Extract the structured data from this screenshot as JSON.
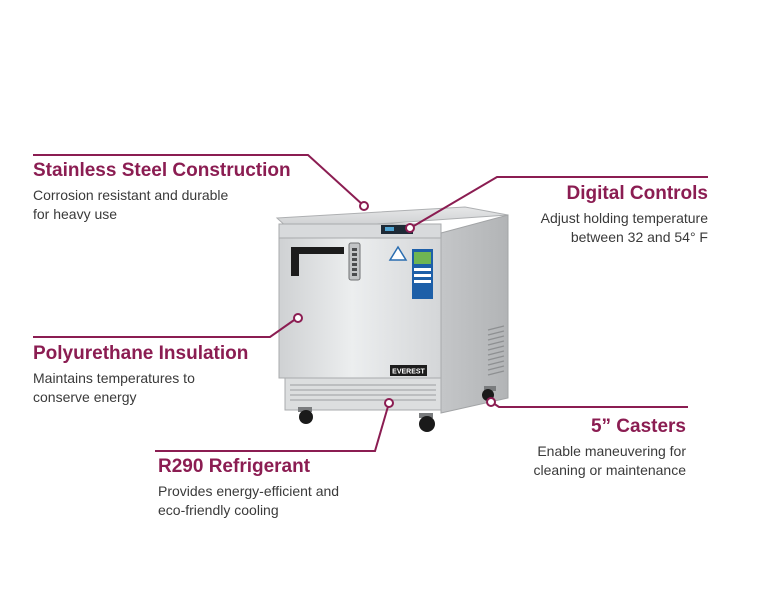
{
  "accent_color": "#8b1d52",
  "product": {
    "brand_label": "EVEREST"
  },
  "callouts": {
    "stainless": {
      "title": "Stainless Steel Construction",
      "desc": [
        "Corrosion resistant and durable",
        "for heavy use"
      ]
    },
    "digital": {
      "title": "Digital Controls",
      "desc": [
        "Adjust holding temperature",
        "between 32 and 54° F"
      ]
    },
    "insulation": {
      "title": "Polyurethane Insulation",
      "desc": [
        "Maintains temperatures to",
        "conserve energy"
      ]
    },
    "casters": {
      "title": "5” Casters",
      "desc": [
        "Enable maneuvering for",
        "cleaning or maintenance"
      ]
    },
    "refrigerant": {
      "title": "R290 Refrigerant",
      "desc": [
        "Provides energy-efficient and",
        "eco-friendly cooling"
      ]
    }
  }
}
